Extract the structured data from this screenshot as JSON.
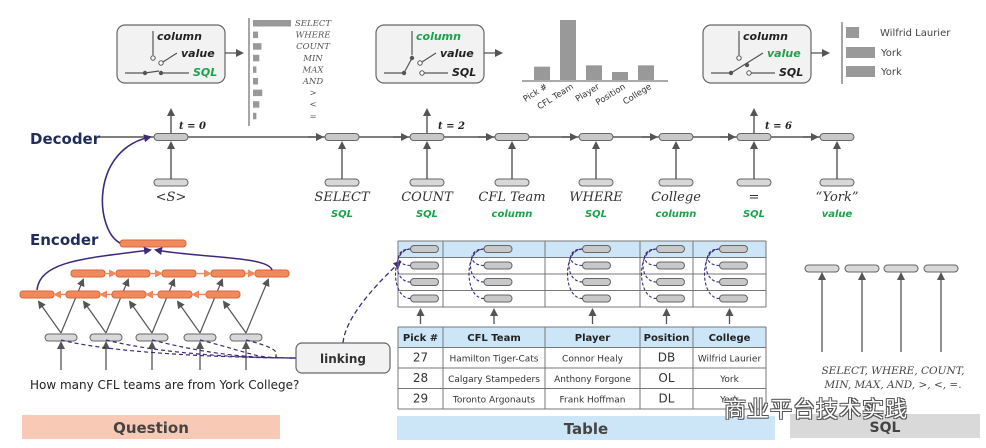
{
  "labels": {
    "decoder": "Decoder",
    "encoder": "Encoder",
    "linking": "linking",
    "question_text": "How many CFL teams are from York College?",
    "section_question": "Question",
    "section_table": "Table",
    "section_sql": "SQL",
    "sql_vocab_line1": "SELECT, WHERE, COUNT,",
    "sql_vocab_line2": "MIN, MAX, AND, >, <, =.",
    "watermark": "商业平台技术实践"
  },
  "colors": {
    "navy": "#1f2d5a",
    "green": "#1aa34a",
    "orange": "#f08a5d",
    "purple": "#3d2a7a",
    "question_bg": "#f8c9b4",
    "table_bg": "#cce6f8",
    "sql_bg": "#d9d9d9",
    "cell_gray": "#c8c8c8",
    "bar_gray": "#999999"
  },
  "switch_boxes": [
    {
      "step": "t = 0",
      "column": "column",
      "value": "value",
      "sql": "SQL",
      "active": "sql"
    },
    {
      "step": "t = 2",
      "column": "column",
      "value": "value",
      "sql": "SQL",
      "active": "column"
    },
    {
      "step": "t = 6",
      "column": "column",
      "value": "value",
      "sql": "SQL",
      "active": "value"
    }
  ],
  "decoder_tokens": [
    {
      "token": "<S>",
      "type": ""
    },
    {
      "token": "SELECT",
      "type": "SQL"
    },
    {
      "token": "COUNT",
      "type": "SQL"
    },
    {
      "token": "CFL Team",
      "type": "column"
    },
    {
      "token": "WHERE",
      "type": "SQL"
    },
    {
      "token": "College",
      "type": "column"
    },
    {
      "token": "=",
      "type": "SQL"
    },
    {
      "token": "“York”",
      "type": "value"
    }
  ],
  "chart_data": [
    {
      "type": "bar",
      "orientation": "horizontal",
      "title": "SQL keyword distribution (t = 0)",
      "categories": [
        "SELECT",
        "WHERE",
        "COUNT",
        "MIN",
        "MAX",
        "AND",
        ">",
        "<",
        "="
      ],
      "values": [
        0.9,
        0.12,
        0.2,
        0.15,
        0.08,
        0.12,
        0.22,
        0.15,
        0.08
      ]
    },
    {
      "type": "bar",
      "orientation": "vertical",
      "title": "Column distribution (t = 2)",
      "categories": [
        "Pick #",
        "CFL Team",
        "Player",
        "Position",
        "College"
      ],
      "values": [
        0.2,
        0.9,
        0.22,
        0.12,
        0.22
      ]
    },
    {
      "type": "bar",
      "orientation": "horizontal",
      "title": "Value distribution (t = 6)",
      "categories": [
        "Wilfrid Laurier",
        "York",
        "York"
      ],
      "values": [
        0.45,
        1.0,
        1.0
      ]
    }
  ],
  "table": {
    "headers": [
      "Pick #",
      "CFL Team",
      "Player",
      "Position",
      "College"
    ],
    "rows": [
      [
        "27",
        "Hamilton Tiger-Cats",
        "Connor Healy",
        "DB",
        "Wilfrid Laurier"
      ],
      [
        "28",
        "Calgary Stampeders",
        "Anthony Forgone",
        "OL",
        "York"
      ],
      [
        "29",
        "Toronto Argonauts",
        "Frank Hoffman",
        "DL",
        "York"
      ]
    ]
  }
}
